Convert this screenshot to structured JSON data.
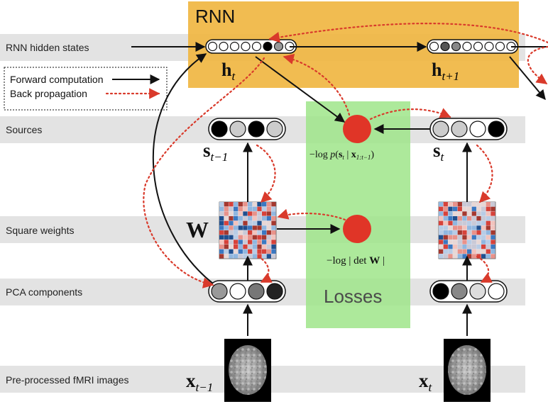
{
  "rnn_box": {
    "label": "RNN",
    "color": "#f0b642"
  },
  "losses_box": {
    "label": "Losses",
    "color": "#9fe58a"
  },
  "rows": [
    "RNN hidden states",
    "Sources",
    "Square weights",
    "PCA components",
    "Pre-processed fMRI images"
  ],
  "legend": {
    "forward": "Forward computation",
    "backward": "Back propagation"
  },
  "symbols": {
    "h_t_base": "h",
    "h_t_sub": "t",
    "h_t1_base": "h",
    "h_t1_sub": "t+1",
    "s_t1_base": "s",
    "s_t1_sub": "t−1",
    "s_t_base": "s",
    "s_t_sub": "t",
    "W": "W",
    "x_t1_base": "x",
    "x_t1_sub": "t−1",
    "x_t_base": "x",
    "x_t_sub": "t"
  },
  "loss_labels": {
    "source_loss": "−log p(sₜ | x₁:ₜ₋₁)",
    "weight_loss": "−log | det W |"
  },
  "colors": {
    "forward_arrow": "#111111",
    "backprop_arrow": "#d93a2b",
    "loss_node": "#e03527",
    "row_band": "#e3e3e3"
  }
}
